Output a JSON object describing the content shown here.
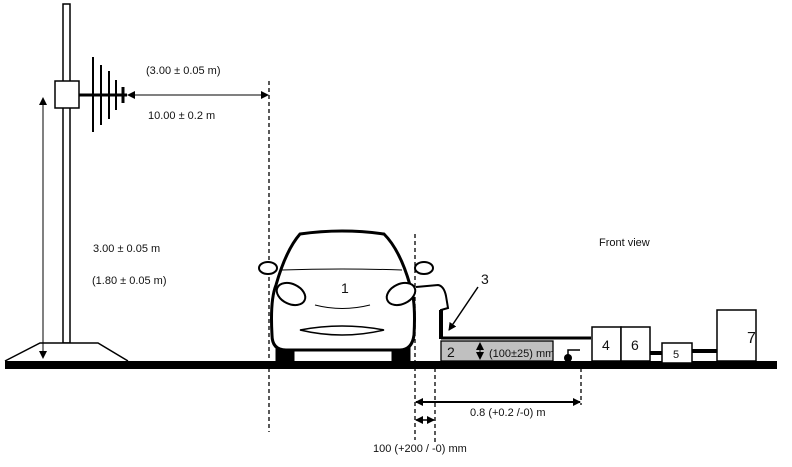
{
  "labels": {
    "antenna_height_alt": "(3.00 ± 0.05 m)",
    "distance": "10.00 ± 0.2 m",
    "height_main": "3.00 ± 0.05 m",
    "height_alt": "(1.80 ± 0.05 m)",
    "front_view": "Front view",
    "plate_height": "(100±25) mm",
    "offset_08": "0.8 (+0.2 /-0) m",
    "offset_100": "100 (+200 / -0) mm"
  },
  "parts": {
    "car": "1",
    "plate": "2",
    "cable": "3",
    "box4": "4",
    "box5": "5",
    "box6": "6",
    "box7": "7"
  }
}
